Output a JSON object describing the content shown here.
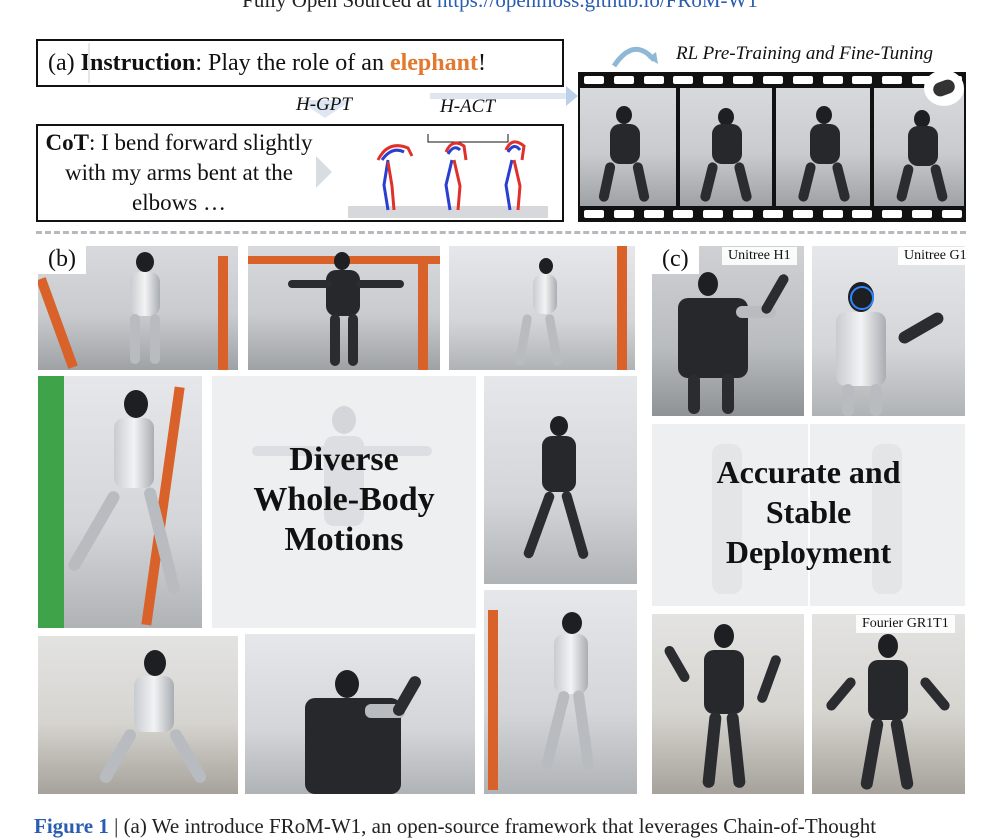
{
  "header": {
    "prefix": "Fully Open Sourced at ",
    "url": "https://openmoss.github.io/FRoM-W1"
  },
  "panel_a": {
    "label": "(a)",
    "instruction_key": "Instruction",
    "instruction_text": ": Play the role of an ",
    "instruction_highlight": "elephant",
    "instruction_end": "!",
    "h_gpt": "H-GPT",
    "h_act": "H-ACT",
    "cot_key": "CoT",
    "cot_text": ": I bend forward slightly with my arms bent at the elbows …",
    "rl_label": "RL Pre-Training and Fine-Tuning"
  },
  "panel_b": {
    "label": "(b)",
    "overlay_line1": "Diverse",
    "overlay_line2": "Whole-Body",
    "overlay_line3": "Motions"
  },
  "panel_c": {
    "label": "(c)",
    "tag_h1": "Unitree H1",
    "tag_g1": "Unitree G1",
    "tag_gr1": "Fourier GR1T1",
    "overlay_line1": "Accurate and",
    "overlay_line2": "Stable",
    "overlay_line3": "Deployment"
  },
  "caption": {
    "fig": "Figure 1",
    "text": " | (a) We introduce FRoM-W1, an open-source framework that leverages Chain-of-Thought"
  },
  "colors": {
    "highlight": "#e3792f",
    "link": "#2a5db0",
    "skeleton_red": "#e0302a",
    "skeleton_blue": "#2a3fd0"
  }
}
